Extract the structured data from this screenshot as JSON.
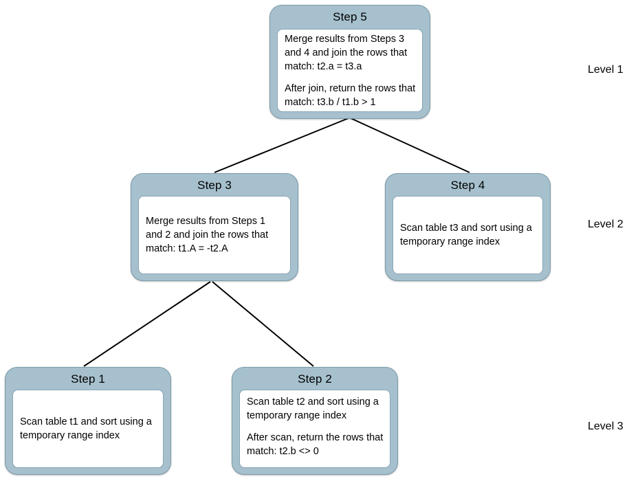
{
  "diagram": {
    "type": "query-execution-plan-tree",
    "background_color": "#ffffff",
    "node_fill_color": "#a6c0cd",
    "node_border_color": "#7b9aa9",
    "inner_box_color": "#ffffff",
    "edge_color": "#000000",
    "text_color": "#000000",
    "nodes": [
      {
        "id": "step5",
        "title": "Step 5",
        "level": "Level 1",
        "paragraphs": [
          "Merge results from Steps 3 and 4 and join the rows that match:  t2.a = t3.a",
          "After join, return the rows that match:  t3.b / t1.b > 1"
        ]
      },
      {
        "id": "step3",
        "title": "Step 3",
        "level": "Level 2",
        "paragraphs": [
          "Merge results from Steps 1 and 2 and join the rows that match:  t1.A = -t2.A"
        ]
      },
      {
        "id": "step4",
        "title": "Step 4",
        "level": "Level 2",
        "paragraphs": [
          "Scan table t3 and sort using a temporary range index"
        ]
      },
      {
        "id": "step1",
        "title": "Step 1",
        "level": "Level 3",
        "paragraphs": [
          "Scan table t1 and sort using a temporary range index"
        ]
      },
      {
        "id": "step2",
        "title": "Step 2",
        "level": "Level 3",
        "paragraphs": [
          "Scan table t2 and sort using a temporary range index",
          "After scan, return the rows that match: t2.b <> 0"
        ]
      }
    ],
    "edges": [
      {
        "from": "step5",
        "to": "step3"
      },
      {
        "from": "step5",
        "to": "step4"
      },
      {
        "from": "step3",
        "to": "step1"
      },
      {
        "from": "step3",
        "to": "step2"
      }
    ],
    "level_labels": [
      {
        "text": "Level 1"
      },
      {
        "text": "Level 2"
      },
      {
        "text": "Level 3"
      }
    ]
  }
}
